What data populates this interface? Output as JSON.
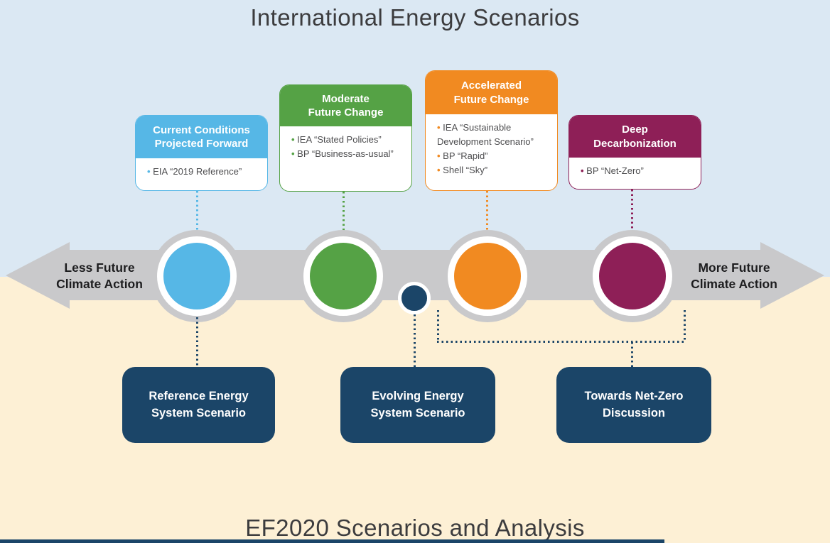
{
  "titles": {
    "top": "International Energy Scenarios",
    "bottom": "EF2020 Scenarios and Analysis"
  },
  "axis": {
    "left_label": "Less Future\nClimate Action",
    "right_label": "More Future\nClimate Action"
  },
  "cards": [
    {
      "title": "Current Conditions\nProjected Forward",
      "color": "#56b7e6",
      "bullets": [
        "EIA “2019 Reference”"
      ]
    },
    {
      "title": "Moderate\nFuture Change",
      "color": "#55a245",
      "bullets": [
        "IEA “Stated Policies”",
        "BP “Business-as-usual”"
      ]
    },
    {
      "title": "Accelerated\nFuture Change",
      "color": "#f18a21",
      "bullets": [
        "IEA “Sustainable Development Scenario”",
        "BP “Rapid”",
        "Shell “Sky”"
      ]
    },
    {
      "title": "Deep\nDecarbonization",
      "color": "#8e1f57",
      "bullets": [
        "BP “Net-Zero”"
      ]
    }
  ],
  "scenario_boxes": [
    {
      "label": "Reference Energy\nSystem Scenario"
    },
    {
      "label": "Evolving Energy\nSystem Scenario"
    },
    {
      "label": "Towards Net-Zero\nDiscussion"
    }
  ],
  "colors": {
    "bg_top": "#dbe8f3",
    "bg_bottom": "#fdf0d5",
    "band_gray": "#c9c9cb",
    "blue": "#56b7e6",
    "green": "#55a245",
    "orange": "#f18a21",
    "maroon": "#8e1f57",
    "navy": "#1b4568",
    "text_dark": "#1d1d1f",
    "bullet_text": "#4d4d4f",
    "title_text": "#3c3c3e"
  }
}
